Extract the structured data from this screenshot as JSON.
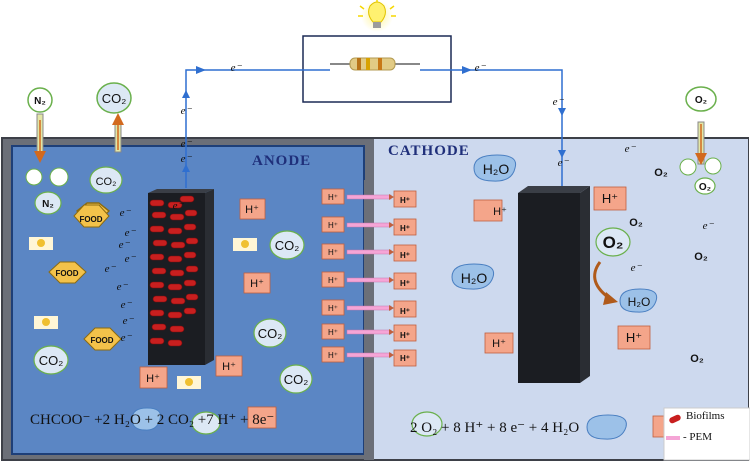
{
  "anode": {
    "title": "ANODE"
  },
  "cathode": {
    "title": "CATHODE"
  },
  "electron": "e⁻",
  "labels": {
    "food": "FOOD",
    "co2": "CO₂",
    "n2": "N₂",
    "o2": "O₂",
    "h2o": "H₂O",
    "h_plus": "H⁺"
  },
  "equations": {
    "anode": "CHCOO⁻ +2 H₂O + 2 CO₂ +7 H⁺ + 8e⁻",
    "cathode": "2 O₂ + 8 H⁺ + 8 e⁻ + 4 H₂O"
  },
  "legend": {
    "biofilms": "Biofilms",
    "pem": "- PEM"
  },
  "colors": {
    "anode_bg": "#5b86c4",
    "anode_border": "#1e3f78",
    "cathode_bg": "#cdd9ee",
    "wall": "#6b6f78",
    "wire": "#2f6fd0",
    "proton_box": "#f4a58a",
    "pem": "#f5a5d6",
    "bacteria": "#c81f1f",
    "electrode": "#1b1d22"
  }
}
